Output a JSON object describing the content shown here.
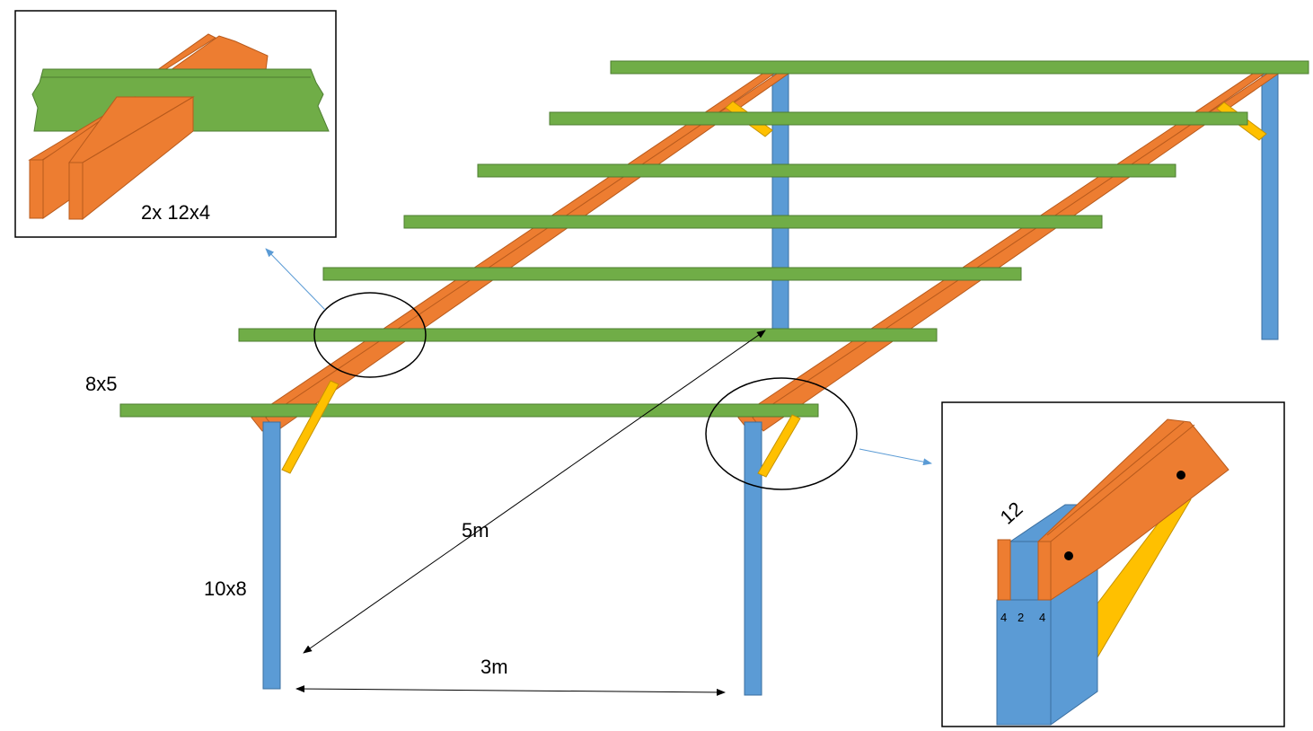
{
  "labels": {
    "rafter_size": "8x5",
    "post_size": "10x8",
    "depth_dim": "5m",
    "width_dim": "3m",
    "beam_detail": "2x 12x4",
    "joint_height": "12",
    "joint_w_left": "4",
    "joint_w_mid": "2",
    "joint_w_right": "4"
  },
  "colors": {
    "rafter": "#70ad47",
    "rafter_stroke": "#4e7d32",
    "beam": "#ed7d31",
    "beam_stroke": "#b85a1c",
    "post": "#5b9bd5",
    "post_stroke": "#3b6fa0",
    "brace": "#ffc000",
    "brace_stroke": "#c59200",
    "leader": "#5b9bd5"
  }
}
